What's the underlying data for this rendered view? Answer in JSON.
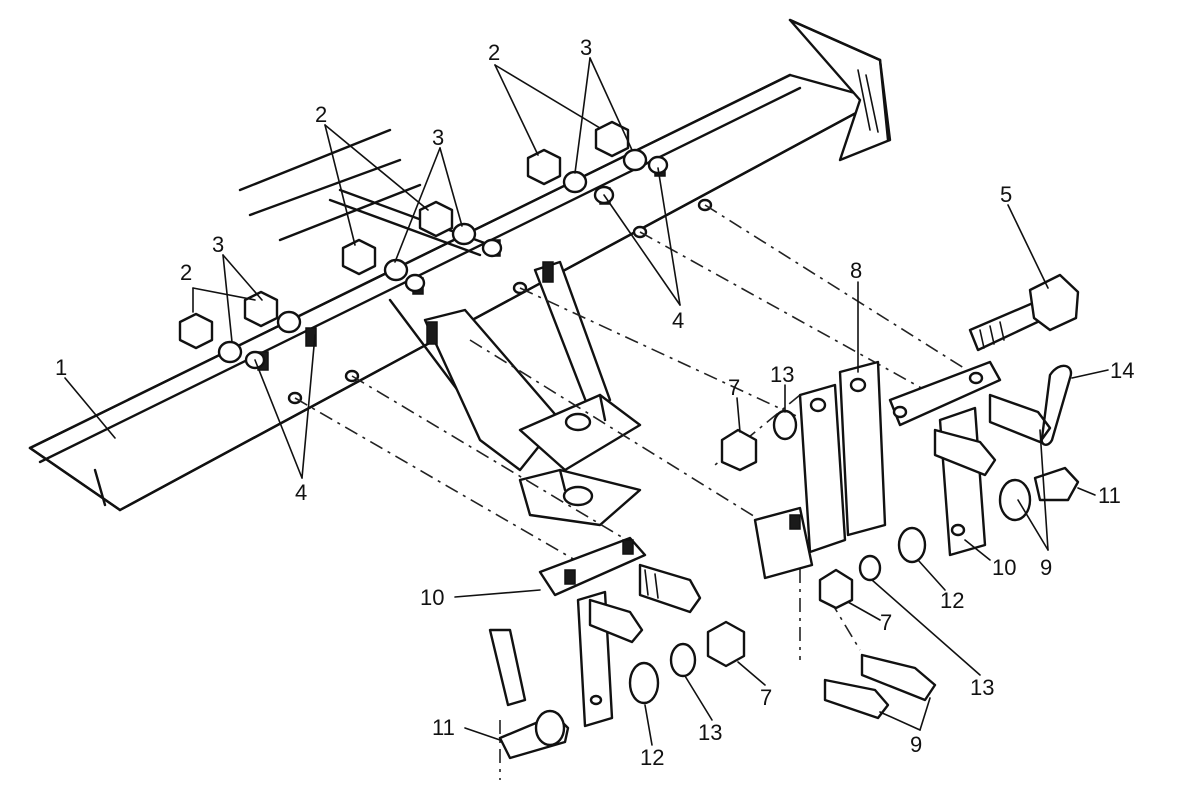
{
  "diagram": {
    "callouts": [
      "1",
      "2",
      "3",
      "4",
      "5",
      "7",
      "8",
      "9",
      "10",
      "11",
      "12",
      "13",
      "14"
    ]
  }
}
